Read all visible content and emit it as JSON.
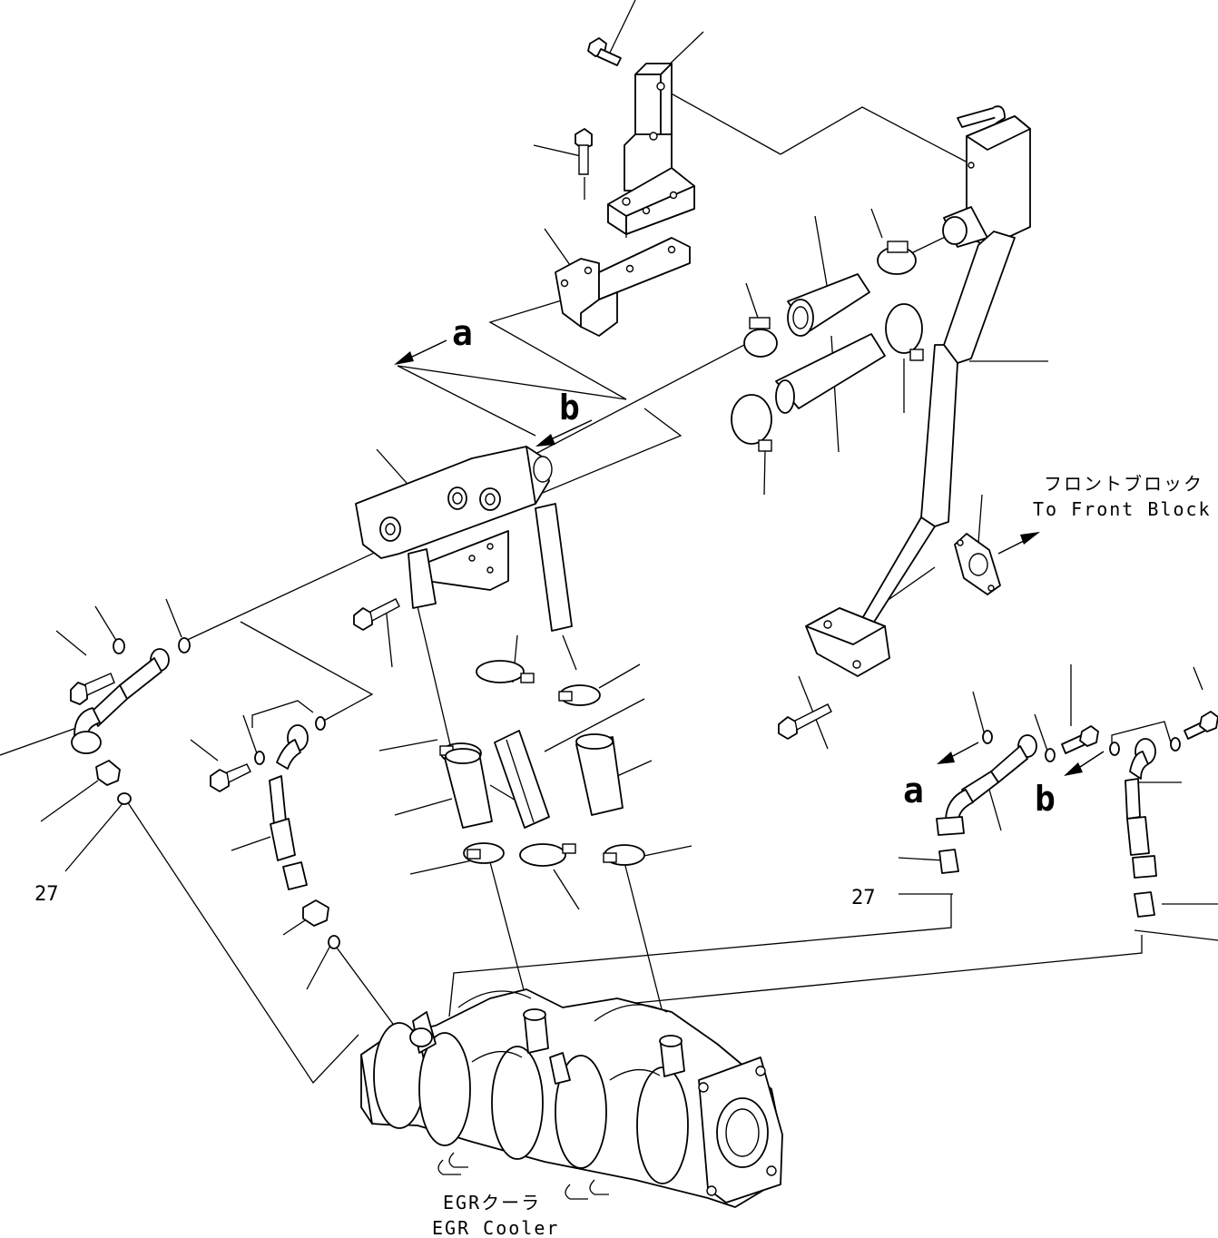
{
  "diagram": {
    "labels": {
      "view_a": "a",
      "view_b": "b",
      "view_a_right": "a",
      "view_b_right": "b",
      "ref_27_left": "27",
      "ref_27_right": "27",
      "front_block_jp": "フロントブロック",
      "front_block_en": "To Front Block",
      "egr_cooler_jp": "EGRクーラ",
      "egr_cooler_en": "EGR Cooler"
    },
    "colors": {
      "line": "#000000",
      "background": "#ffffff"
    },
    "icons": {
      "arrow": "arrow-icon",
      "bolt": "bolt-icon",
      "clamp": "hose-clamp-icon",
      "washer": "washer-icon"
    }
  }
}
